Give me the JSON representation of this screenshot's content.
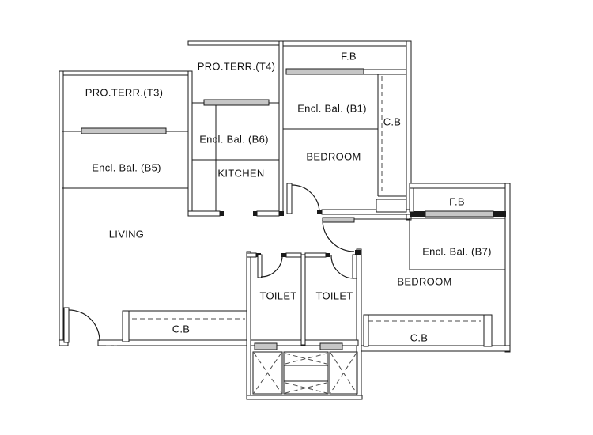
{
  "colors": {
    "line": "#1a1a1a",
    "window_fill": "#c6c6c6",
    "background": "#ffffff"
  },
  "rooms": [
    {
      "label": "PRO.TERR.(T3)"
    },
    {
      "label": "PRO.TERR.(T4)"
    },
    {
      "label": "Encl. Bal. (B5)"
    },
    {
      "label": "Encl. Bal. (B6)"
    },
    {
      "label": "KITCHEN"
    },
    {
      "label": "F.B"
    },
    {
      "label": "Encl. Bal. (B1)"
    },
    {
      "label": "C.B"
    },
    {
      "label": "BEDROOM"
    },
    {
      "label": "LIVING"
    },
    {
      "label": "F.B"
    },
    {
      "label": "Encl. Bal. (B7)"
    },
    {
      "label": "BEDROOM"
    },
    {
      "label": "TOILET"
    },
    {
      "label": "TOILET"
    },
    {
      "label": "C.B"
    },
    {
      "label": "C.B"
    }
  ]
}
